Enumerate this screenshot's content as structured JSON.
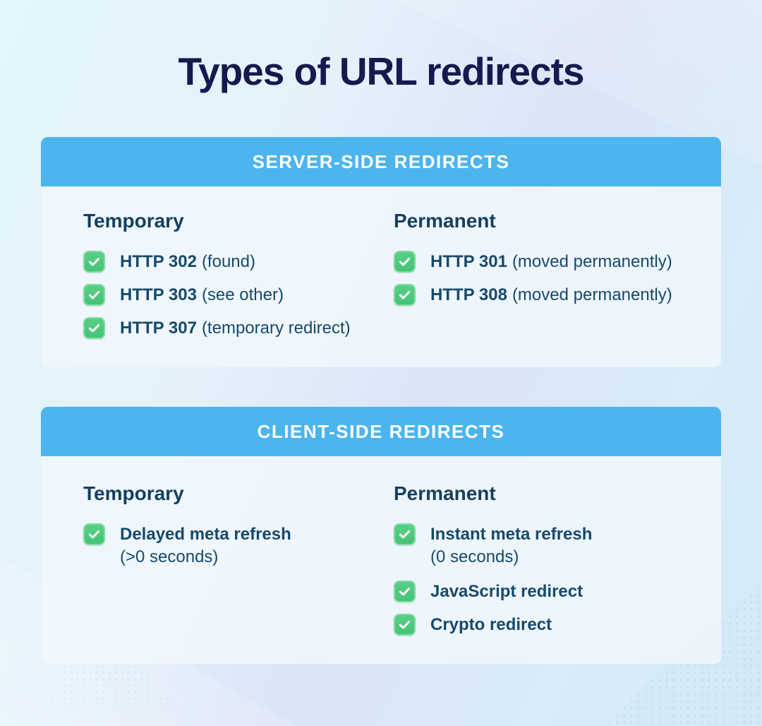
{
  "title": "Types of URL redirects",
  "colors": {
    "header_blue": "#4cb5ee",
    "check_green": "#4ac878",
    "title_navy": "#151a4e",
    "text_teal": "#17496a",
    "heading_teal": "#153f5e"
  },
  "icons": {
    "item_marker": "check-icon"
  },
  "sections": [
    {
      "header": "SERVER-SIDE REDIRECTS",
      "columns": [
        {
          "heading": "Temporary",
          "items": [
            {
              "label": "HTTP 302",
              "note": "(found)"
            },
            {
              "label": "HTTP 303",
              "note": "(see other)"
            },
            {
              "label": "HTTP 307",
              "note": "(temporary redirect)"
            }
          ]
        },
        {
          "heading": "Permanent",
          "items": [
            {
              "label": "HTTP 301",
              "note": "(moved permanently)"
            },
            {
              "label": "HTTP 308",
              "note": "(moved permanently)"
            }
          ]
        }
      ]
    },
    {
      "header": "CLIENT-SIDE REDIRECTS",
      "columns": [
        {
          "heading": "Temporary",
          "items": [
            {
              "label": "Delayed meta refresh",
              "note": "(>0 seconds)"
            }
          ]
        },
        {
          "heading": "Permanent",
          "items": [
            {
              "label": "Instant meta refresh",
              "note": "(0 seconds)"
            },
            {
              "label": "JavaScript redirect"
            },
            {
              "label": "Crypto redirect"
            }
          ]
        }
      ]
    }
  ]
}
